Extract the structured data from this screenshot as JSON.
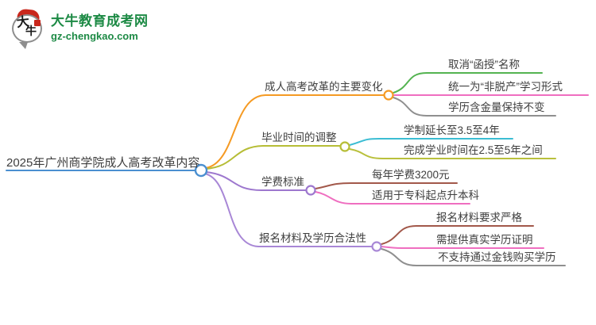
{
  "logo": {
    "icon_chars_top": "大",
    "icon_chars_bottom": "牛",
    "site_name": "大牛教育成考网",
    "site_url": "gz-chengkao.com",
    "brand_green": "#1d8a45",
    "brand_red": "#c9271c"
  },
  "mindmap": {
    "root": {
      "label": "2025年广州商学院成人高考改革内容",
      "color": "#4a8fd0"
    },
    "branches": [
      {
        "label": "成人高考改革的主要变化",
        "color": "#f59a23",
        "children": [
          {
            "label": "取消“函授”名称",
            "color": "#54b351"
          },
          {
            "label": "统一为“非脱产”学习形式",
            "color": "#ef6ec0"
          },
          {
            "label": "学历含金量保持不变",
            "color": "#8f8f8f"
          }
        ]
      },
      {
        "label": "毕业时间的调整",
        "color": "#b6bd36",
        "children": [
          {
            "label": "学制延长至3.5至4年",
            "color": "#3bbdd3"
          },
          {
            "label": "完成学业时间在2.5至5年之间",
            "color": "#b9c03c"
          }
        ]
      },
      {
        "label": "学费标准",
        "color": "#9d77ce",
        "children": [
          {
            "label": "每年学费3200元",
            "color": "#a2584a"
          },
          {
            "label": "适用于专科起点升本科",
            "color": "#ef6ec0"
          }
        ]
      },
      {
        "label": "报名材料及学历合法性",
        "color": "#a887d6",
        "children": [
          {
            "label": "报名材料要求严格",
            "color": "#a2584a"
          },
          {
            "label": "需提供真实学历证明",
            "color": "#ef6ec0"
          },
          {
            "label": "不支持通过金钱购买学历",
            "color": "#8f8f8f"
          }
        ]
      }
    ]
  }
}
